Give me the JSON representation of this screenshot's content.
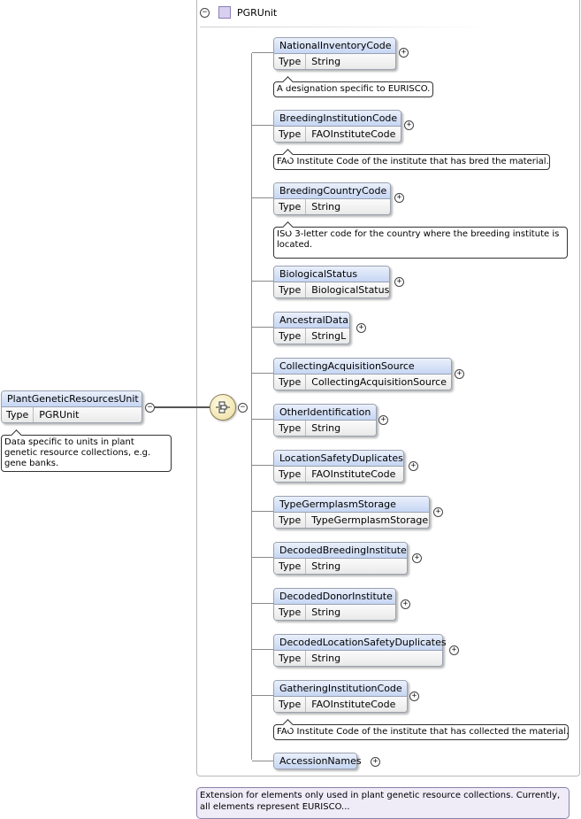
{
  "group": {
    "title": "PGRUnit",
    "collapse_symbol": "⊖",
    "documentation": "Extension for elements only used in plant genetic resource collections. Currently, all elements represent EURISCO..."
  },
  "root": {
    "name": "PlantGeneticResourcesUnit",
    "type_label": "Type",
    "type": "PGRUnit",
    "documentation": "Data specific to units in plant genetic resource collections, e.g. gene banks."
  },
  "elements": [
    {
      "name": "NationalInventoryCode",
      "type_label": "Type",
      "type": "String",
      "documentation": "A designation specific to EURISCO."
    },
    {
      "name": "BreedingInstitutionCode",
      "type_label": "Type",
      "type": "FAOInstituteCode",
      "documentation": "FAO Institute Code of the institute that has bred the material."
    },
    {
      "name": "BreedingCountryCode",
      "type_label": "Type",
      "type": "String",
      "documentation": "ISO 3-letter code for the country where the breeding institute is located."
    },
    {
      "name": "BiologicalStatus",
      "type_label": "Type",
      "type": "BiologicalStatus"
    },
    {
      "name": "AncestralData",
      "type_label": "Type",
      "type": "StringL"
    },
    {
      "name": "CollectingAcquisitionSource",
      "type_label": "Type",
      "type": "CollectingAcquisitionSource"
    },
    {
      "name": "OtherIdentification",
      "type_label": "Type",
      "type": "String"
    },
    {
      "name": "LocationSafetyDuplicates",
      "type_label": "Type",
      "type": "FAOInstituteCode"
    },
    {
      "name": "TypeGermplasmStorage",
      "type_label": "Type",
      "type": "TypeGermplasmStorage"
    },
    {
      "name": "DecodedBreedingInstitute",
      "type_label": "Type",
      "type": "String"
    },
    {
      "name": "DecodedDonorInstitute",
      "type_label": "Type",
      "type": "String"
    },
    {
      "name": "DecodedLocationSafetyDuplicates",
      "type_label": "Type",
      "type": "String"
    },
    {
      "name": "GatheringInstitutionCode",
      "type_label": "Type",
      "type": "FAOInstituteCode",
      "documentation": "FAO Institute Code of the institute that has collected the material."
    },
    {
      "name": "AccessionNames"
    }
  ],
  "symbols": {
    "expand": "+",
    "collapse": "−"
  },
  "colors": {
    "element_header": "#c6d6f3",
    "compositor": "#ecdc9b",
    "group_doc": "#efebf7"
  }
}
